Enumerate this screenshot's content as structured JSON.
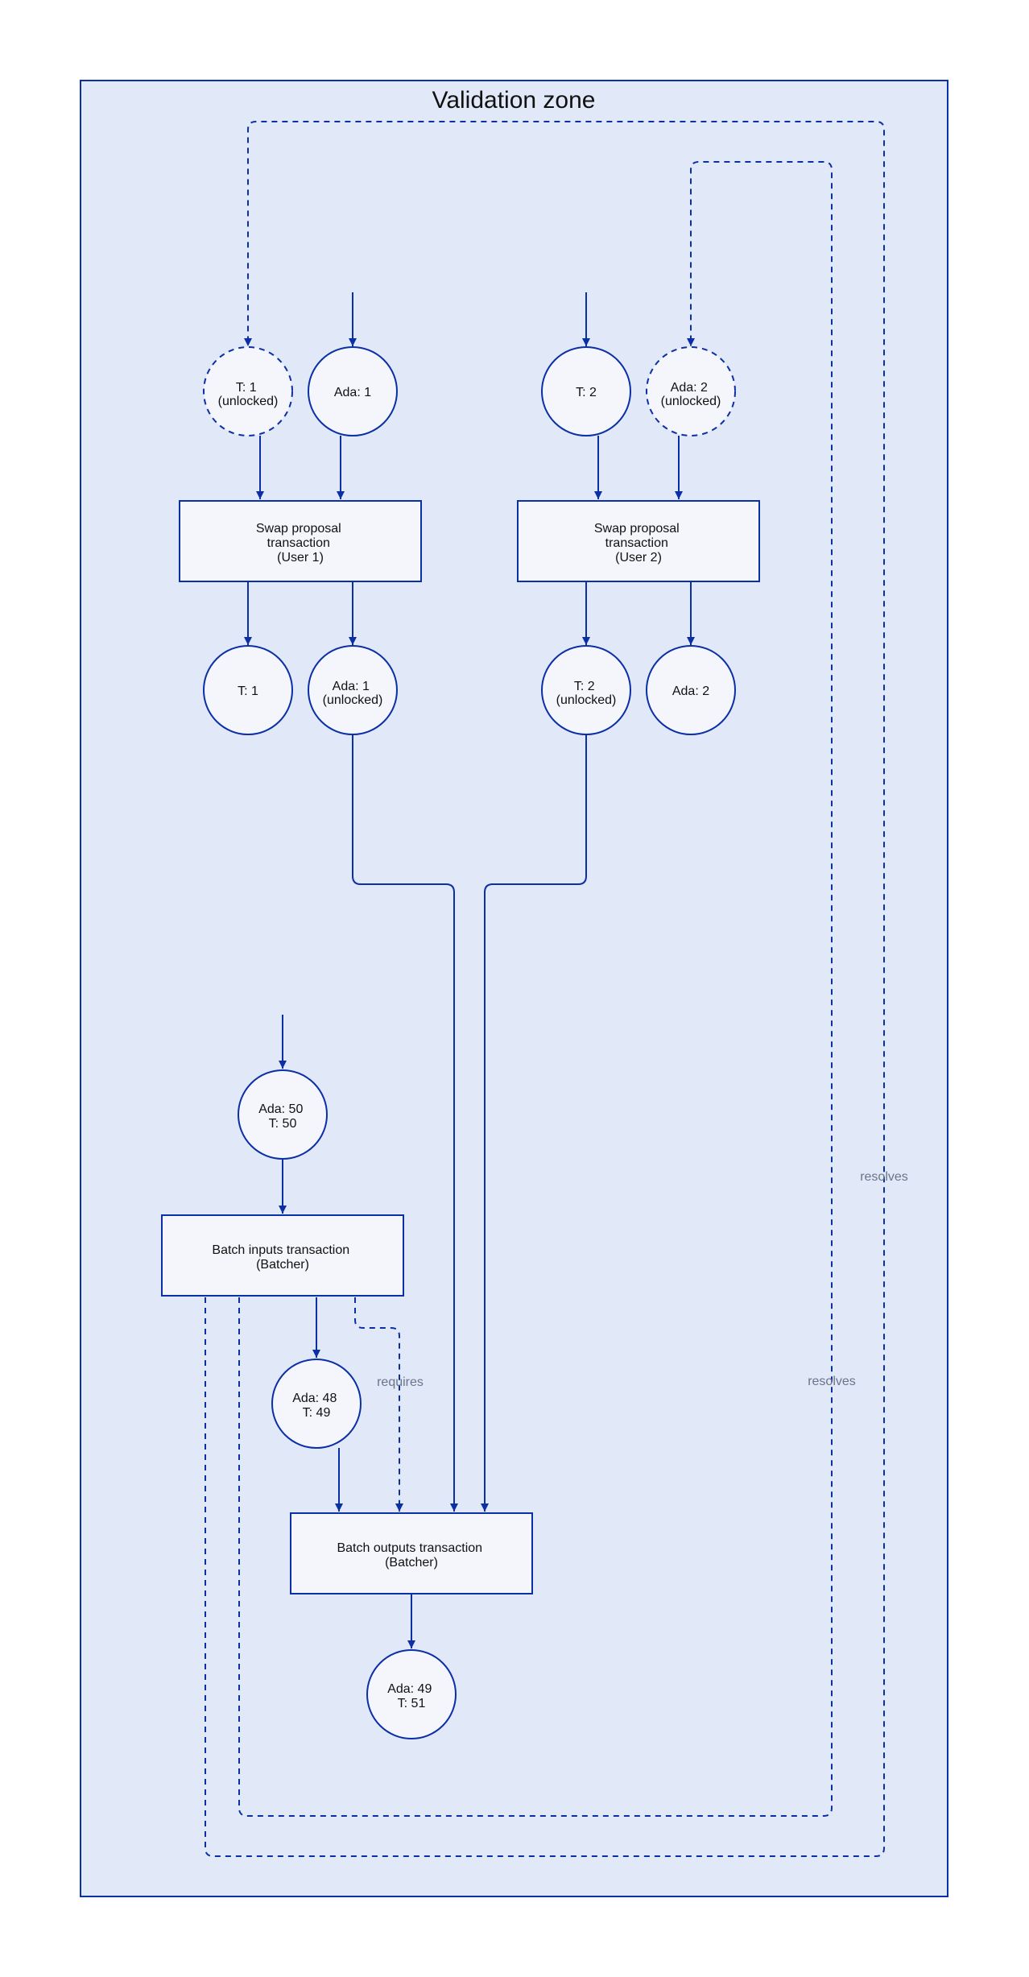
{
  "diagram": {
    "zone_title": "Validation zone",
    "nodes": {
      "t1_unlocked_in": [
        "T: 1",
        "(unlocked)"
      ],
      "ada1_in": [
        "Ada: 1"
      ],
      "t2_in": [
        "T: 2"
      ],
      "ada2_unlocked_in": [
        "Ada: 2",
        "(unlocked)"
      ],
      "swap_user1": [
        "Swap proposal",
        "transaction",
        "(User 1)"
      ],
      "swap_user2": [
        "Swap proposal",
        "transaction",
        "(User 2)"
      ],
      "t1_out": [
        "T: 1"
      ],
      "ada1_unlocked_out": [
        "Ada: 1",
        "(unlocked)"
      ],
      "t2_unlocked_out": [
        "T: 2",
        "(unlocked)"
      ],
      "ada2_out": [
        "Ada: 2"
      ],
      "ada50_t50": [
        "Ada: 50",
        "T: 50"
      ],
      "batch_inputs": [
        "Batch inputs transaction",
        "(Batcher)"
      ],
      "ada48_t49": [
        "Ada: 48",
        "T: 49"
      ],
      "batch_outputs": [
        "Batch outputs transaction",
        "(Batcher)"
      ],
      "ada49_t51": [
        "Ada: 49",
        "T: 51"
      ]
    },
    "edge_labels": {
      "requires": "requires",
      "resolves_outer": "resolves",
      "resolves_inner": "resolves"
    },
    "colors": {
      "zone_fill": "#e1e8f8",
      "stroke": "#0b2fa5",
      "node_fill": "#f4f6fb",
      "label_gray": "#6b7488"
    }
  }
}
